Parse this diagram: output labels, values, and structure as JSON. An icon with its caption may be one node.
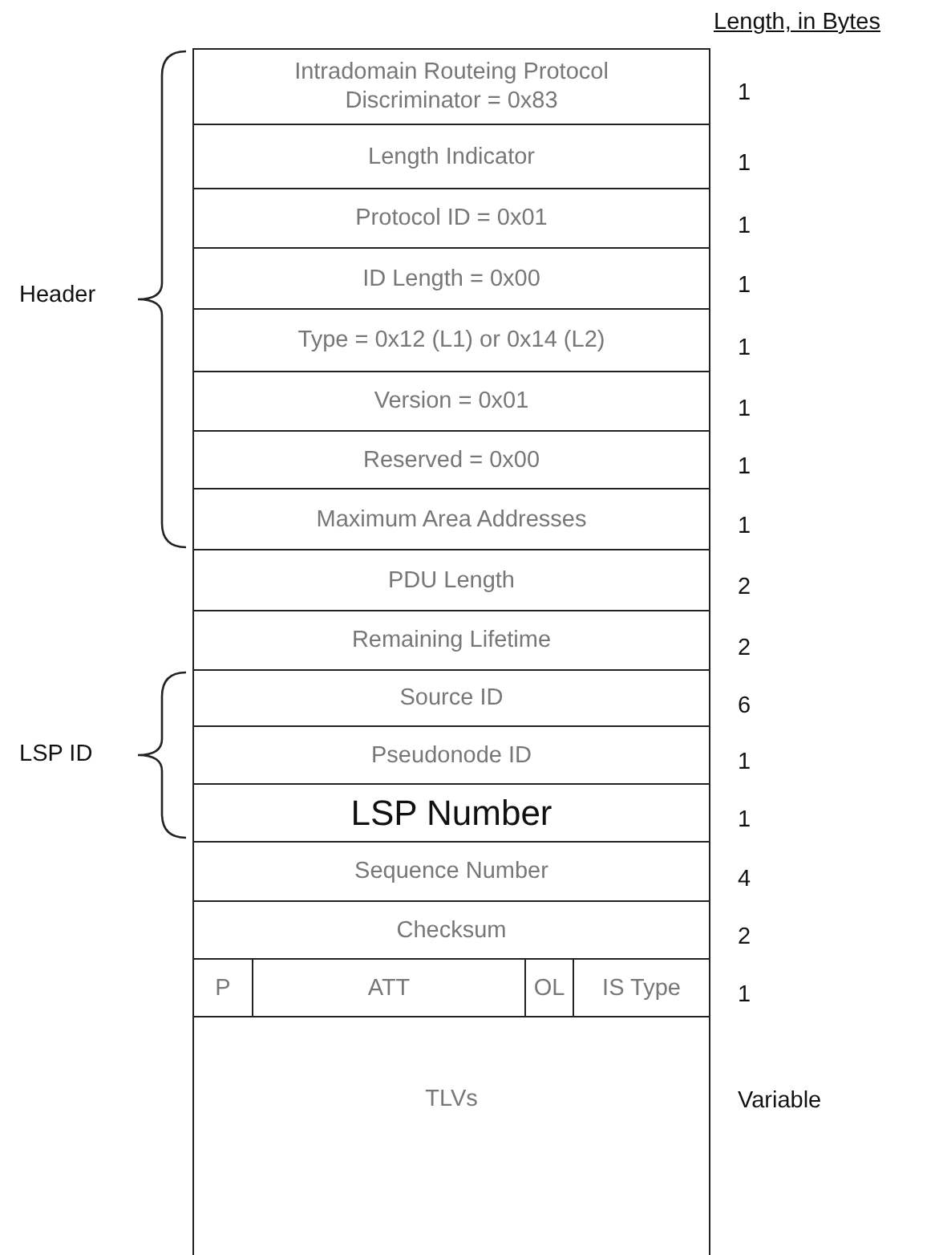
{
  "diagram": {
    "nodes": [
      {
        "text": [
          "Intradomain Routeing Protocol Discriminator = 0x83"
        ]
      },
      {
        "text": [
          "Length Indicator"
        ]
      },
      {
        "text": [
          "Protocol ID = 0x01"
        ]
      },
      {
        "text": [
          "ID Length = 0x00"
        ]
      },
      {
        "text": [
          "Type = 0x12 (L1) or 0x14 (L2)"
        ]
      },
      {
        "text": [
          "Version = 0x01"
        ]
      },
      {
        "text": [
          "Reserved = 0x00"
        ]
      },
      {
        "text": [
          "Maximum Area Addresses"
        ]
      },
      {
        "text": [
          "PDU Length"
        ]
      },
      {
        "text": [
          "Remaining Lifetime"
        ]
      },
      {
        "text": [
          "Source ID"
        ]
      },
      {
        "text": [
          "Pseudonode ID"
        ]
      },
      {
        "text": [
          "LSP Number"
        ]
      },
      {
        "text": [
          "Sequence Number"
        ]
      },
      {
        "text": [
          "Checksum"
        ]
      },
      {
        "text": [
          "P"
        ]
      },
      {
        "text": [
          "ATT"
        ]
      },
      {
        "text": [
          "OL"
        ]
      },
      {
        "text": [
          "IS Type"
        ]
      },
      {
        "text": [
          "TLVs"
        ]
      }
    ],
    "labels": [
      "Length, in Bytes",
      "Header",
      "1",
      "1",
      "1",
      "1",
      "1",
      "1",
      "1",
      "1",
      "2",
      "2",
      "LSP ID",
      "6",
      "1",
      "1",
      "4",
      "2",
      "1",
      "Variable"
    ]
  }
}
